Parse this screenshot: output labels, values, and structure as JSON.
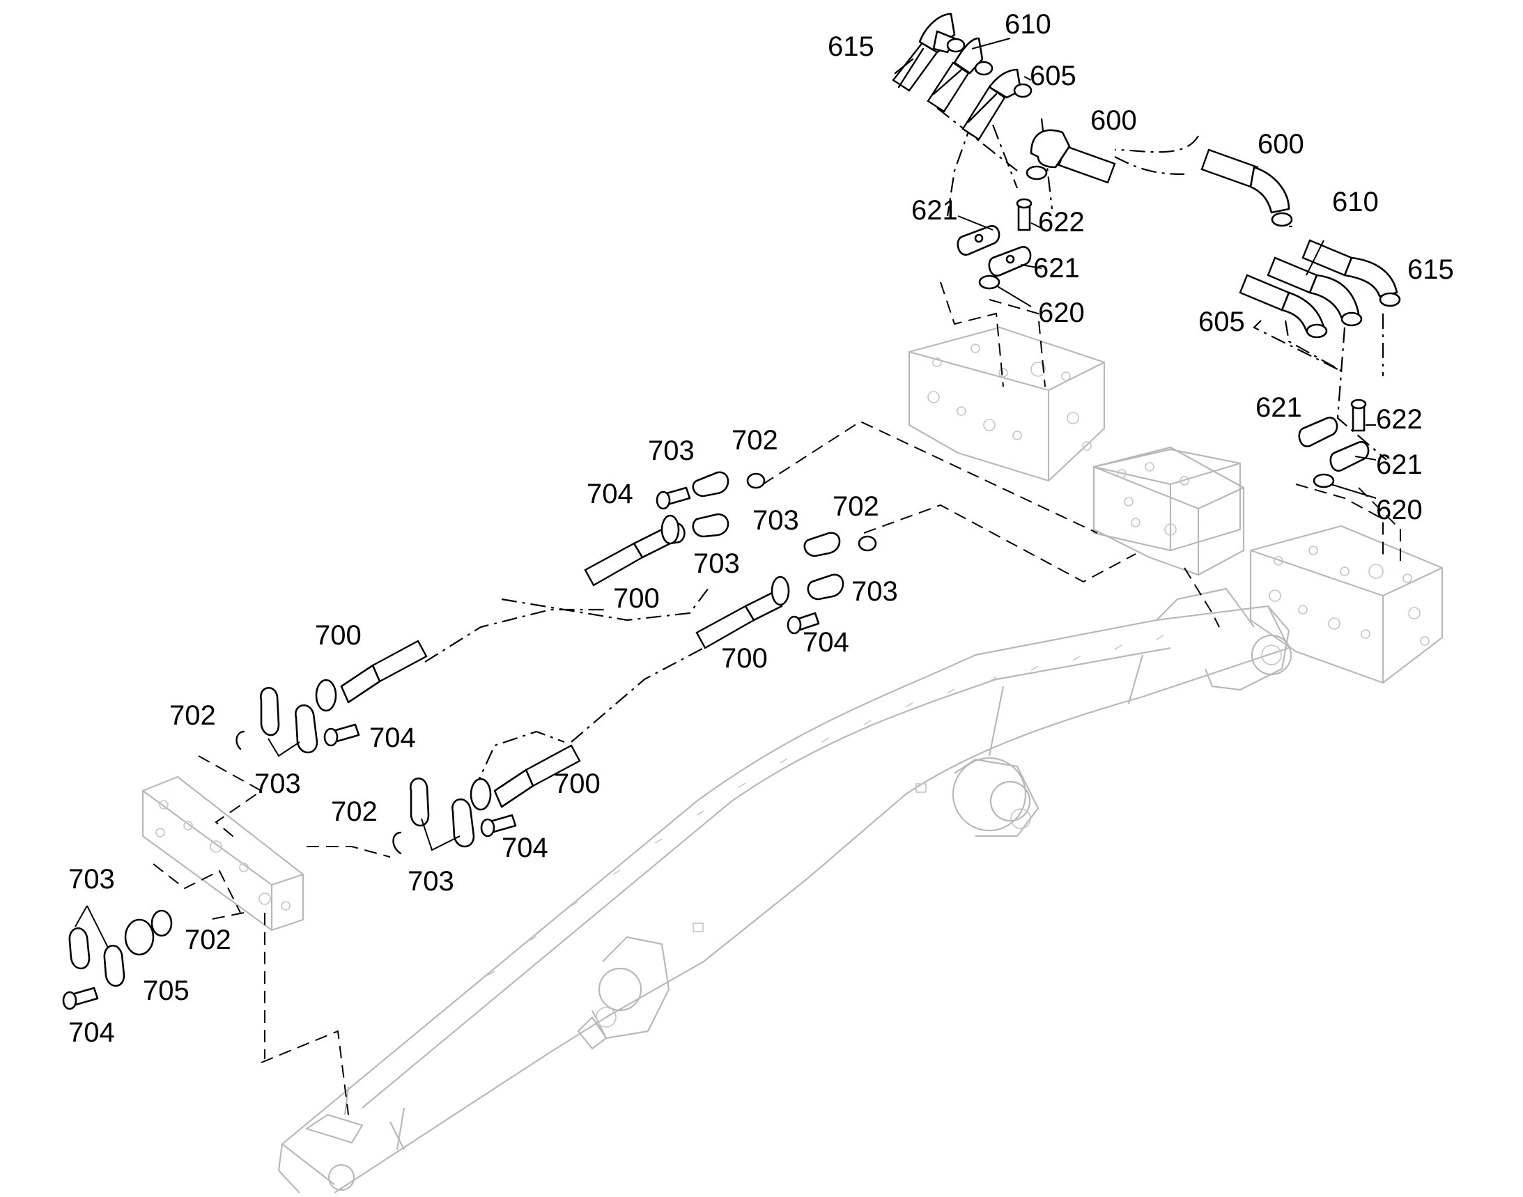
{
  "callouts": [
    {
      "id": "c615a",
      "text": "615"
    },
    {
      "id": "c610a",
      "text": "610"
    },
    {
      "id": "c605a",
      "text": "605"
    },
    {
      "id": "c600a",
      "text": "600"
    },
    {
      "id": "c600b",
      "text": "600"
    },
    {
      "id": "c621a",
      "text": "621"
    },
    {
      "id": "c622a",
      "text": "622"
    },
    {
      "id": "c621b",
      "text": "621"
    },
    {
      "id": "c620a",
      "text": "620"
    },
    {
      "id": "c610b",
      "text": "610"
    },
    {
      "id": "c615b",
      "text": "615"
    },
    {
      "id": "c605b",
      "text": "605"
    },
    {
      "id": "c621c",
      "text": "621"
    },
    {
      "id": "c622b",
      "text": "622"
    },
    {
      "id": "c621d",
      "text": "621"
    },
    {
      "id": "c620b",
      "text": "620"
    },
    {
      "id": "c703a",
      "text": "703"
    },
    {
      "id": "c702a",
      "text": "702"
    },
    {
      "id": "c704a",
      "text": "704"
    },
    {
      "id": "c703b",
      "text": "703"
    },
    {
      "id": "c702b",
      "text": "702"
    },
    {
      "id": "c703c",
      "text": "703"
    },
    {
      "id": "c700a",
      "text": "700"
    },
    {
      "id": "c703d",
      "text": "703"
    },
    {
      "id": "c704b",
      "text": "704"
    },
    {
      "id": "c700b",
      "text": "700"
    },
    {
      "id": "c700c",
      "text": "700"
    },
    {
      "id": "c702c",
      "text": "702"
    },
    {
      "id": "c704c",
      "text": "704"
    },
    {
      "id": "c703e",
      "text": "703"
    },
    {
      "id": "c700d",
      "text": "700"
    },
    {
      "id": "c702d",
      "text": "702"
    },
    {
      "id": "c704d",
      "text": "704"
    },
    {
      "id": "c703f",
      "text": "703"
    },
    {
      "id": "c703g",
      "text": "703"
    },
    {
      "id": "c702e",
      "text": "702"
    },
    {
      "id": "c705a",
      "text": "705"
    },
    {
      "id": "c704e",
      "text": "704"
    }
  ]
}
